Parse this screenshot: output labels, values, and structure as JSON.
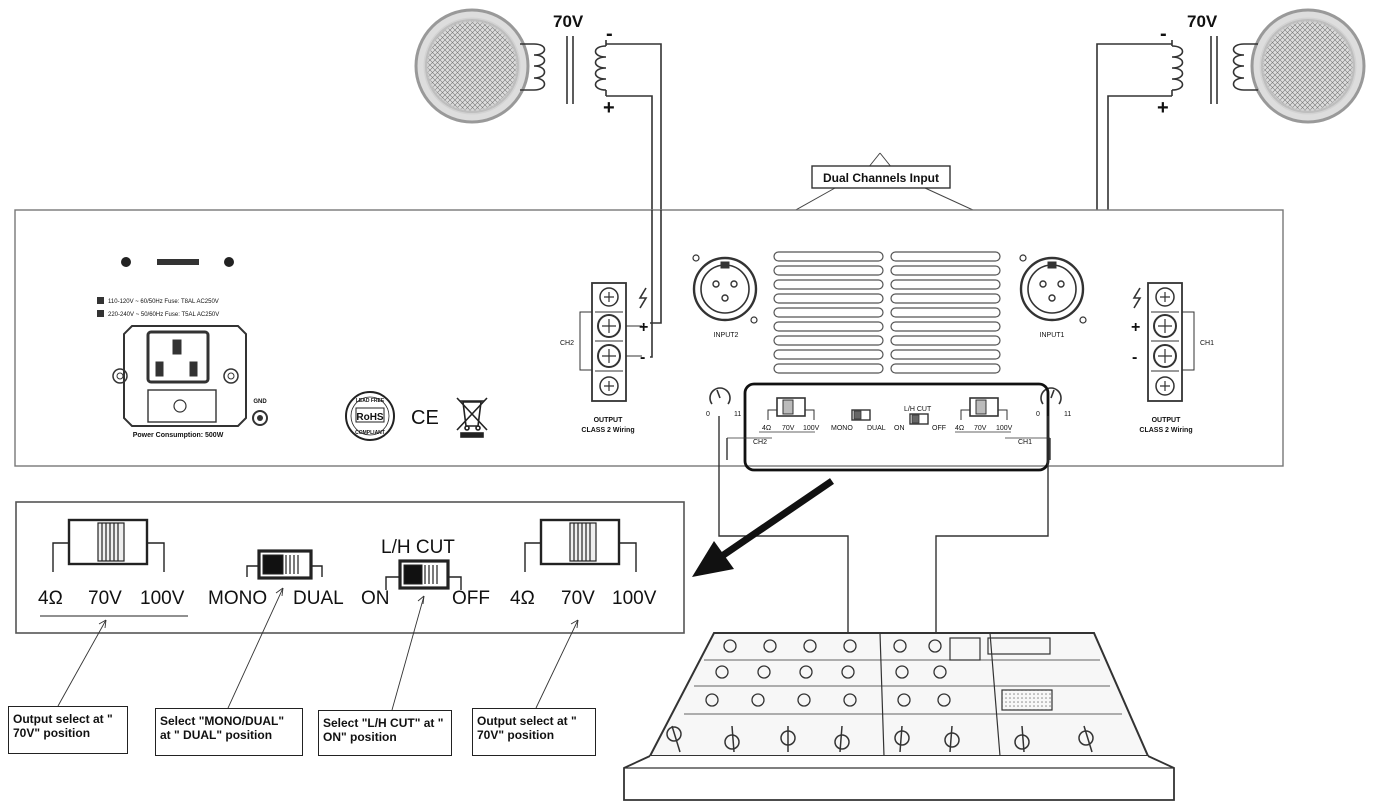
{
  "speakers": {
    "left": {
      "voltage": "70V",
      "minus": "-",
      "plus": "+"
    },
    "right": {
      "voltage": "70V",
      "minus": "-",
      "plus": "+"
    }
  },
  "callout": {
    "dual_input": "Dual Channels Input"
  },
  "panel": {
    "fuse_line1": "110-120V ~ 60/50Hz Fuse: T8AL AC250V",
    "fuse_line2": "220-240V ~ 50/60Hz Fuse: T5AL AC250V",
    "power_consumption": "Power Consumption: 500W",
    "gnd": "GND",
    "rohs_top": "LEAD FREE",
    "rohs": "RoHS",
    "rohs_bottom": "COMPLIANT",
    "ce": "CE",
    "output_left_line1": "OUTPUT",
    "output_left_line2": "CLASS 2 Wiring",
    "output_right_line1": "OUTPUT",
    "output_right_line2": "CLASS 2 Wiring",
    "ch2": "CH2",
    "ch1": "CH1",
    "input2": "INPUT2",
    "input1": "INPUT1",
    "terminal_plus": "+",
    "terminal_minus": "-",
    "knob_left_min": "0",
    "knob_left_max": "11",
    "knob_right_min": "0",
    "knob_right_max": "11"
  },
  "small_switches": {
    "left_labels": [
      "4Ω",
      "70V",
      "100V"
    ],
    "mono": "MONO",
    "dual": "DUAL",
    "lhcut": "L/H CUT",
    "on": "ON",
    "off": "OFF",
    "right_labels": [
      "4Ω",
      "70V",
      "100V"
    ],
    "ch2": "CH2",
    "ch1": "CH1"
  },
  "zoom": {
    "left_labels": [
      "4Ω",
      "70V",
      "100V"
    ],
    "mono": "MONO",
    "dual": "DUAL",
    "lhcut": "L/H CUT",
    "on": "ON",
    "off": "OFF",
    "right_labels": [
      "4Ω",
      "70V",
      "100V"
    ]
  },
  "notes": {
    "n1": "Output select at \" 70V\" position",
    "n2": "Select \"MONO/DUAL\" at \" DUAL\" position",
    "n3": "Select \"L/H CUT\" at \" ON\" position",
    "n4": "Output select at \" 70V\" position"
  }
}
